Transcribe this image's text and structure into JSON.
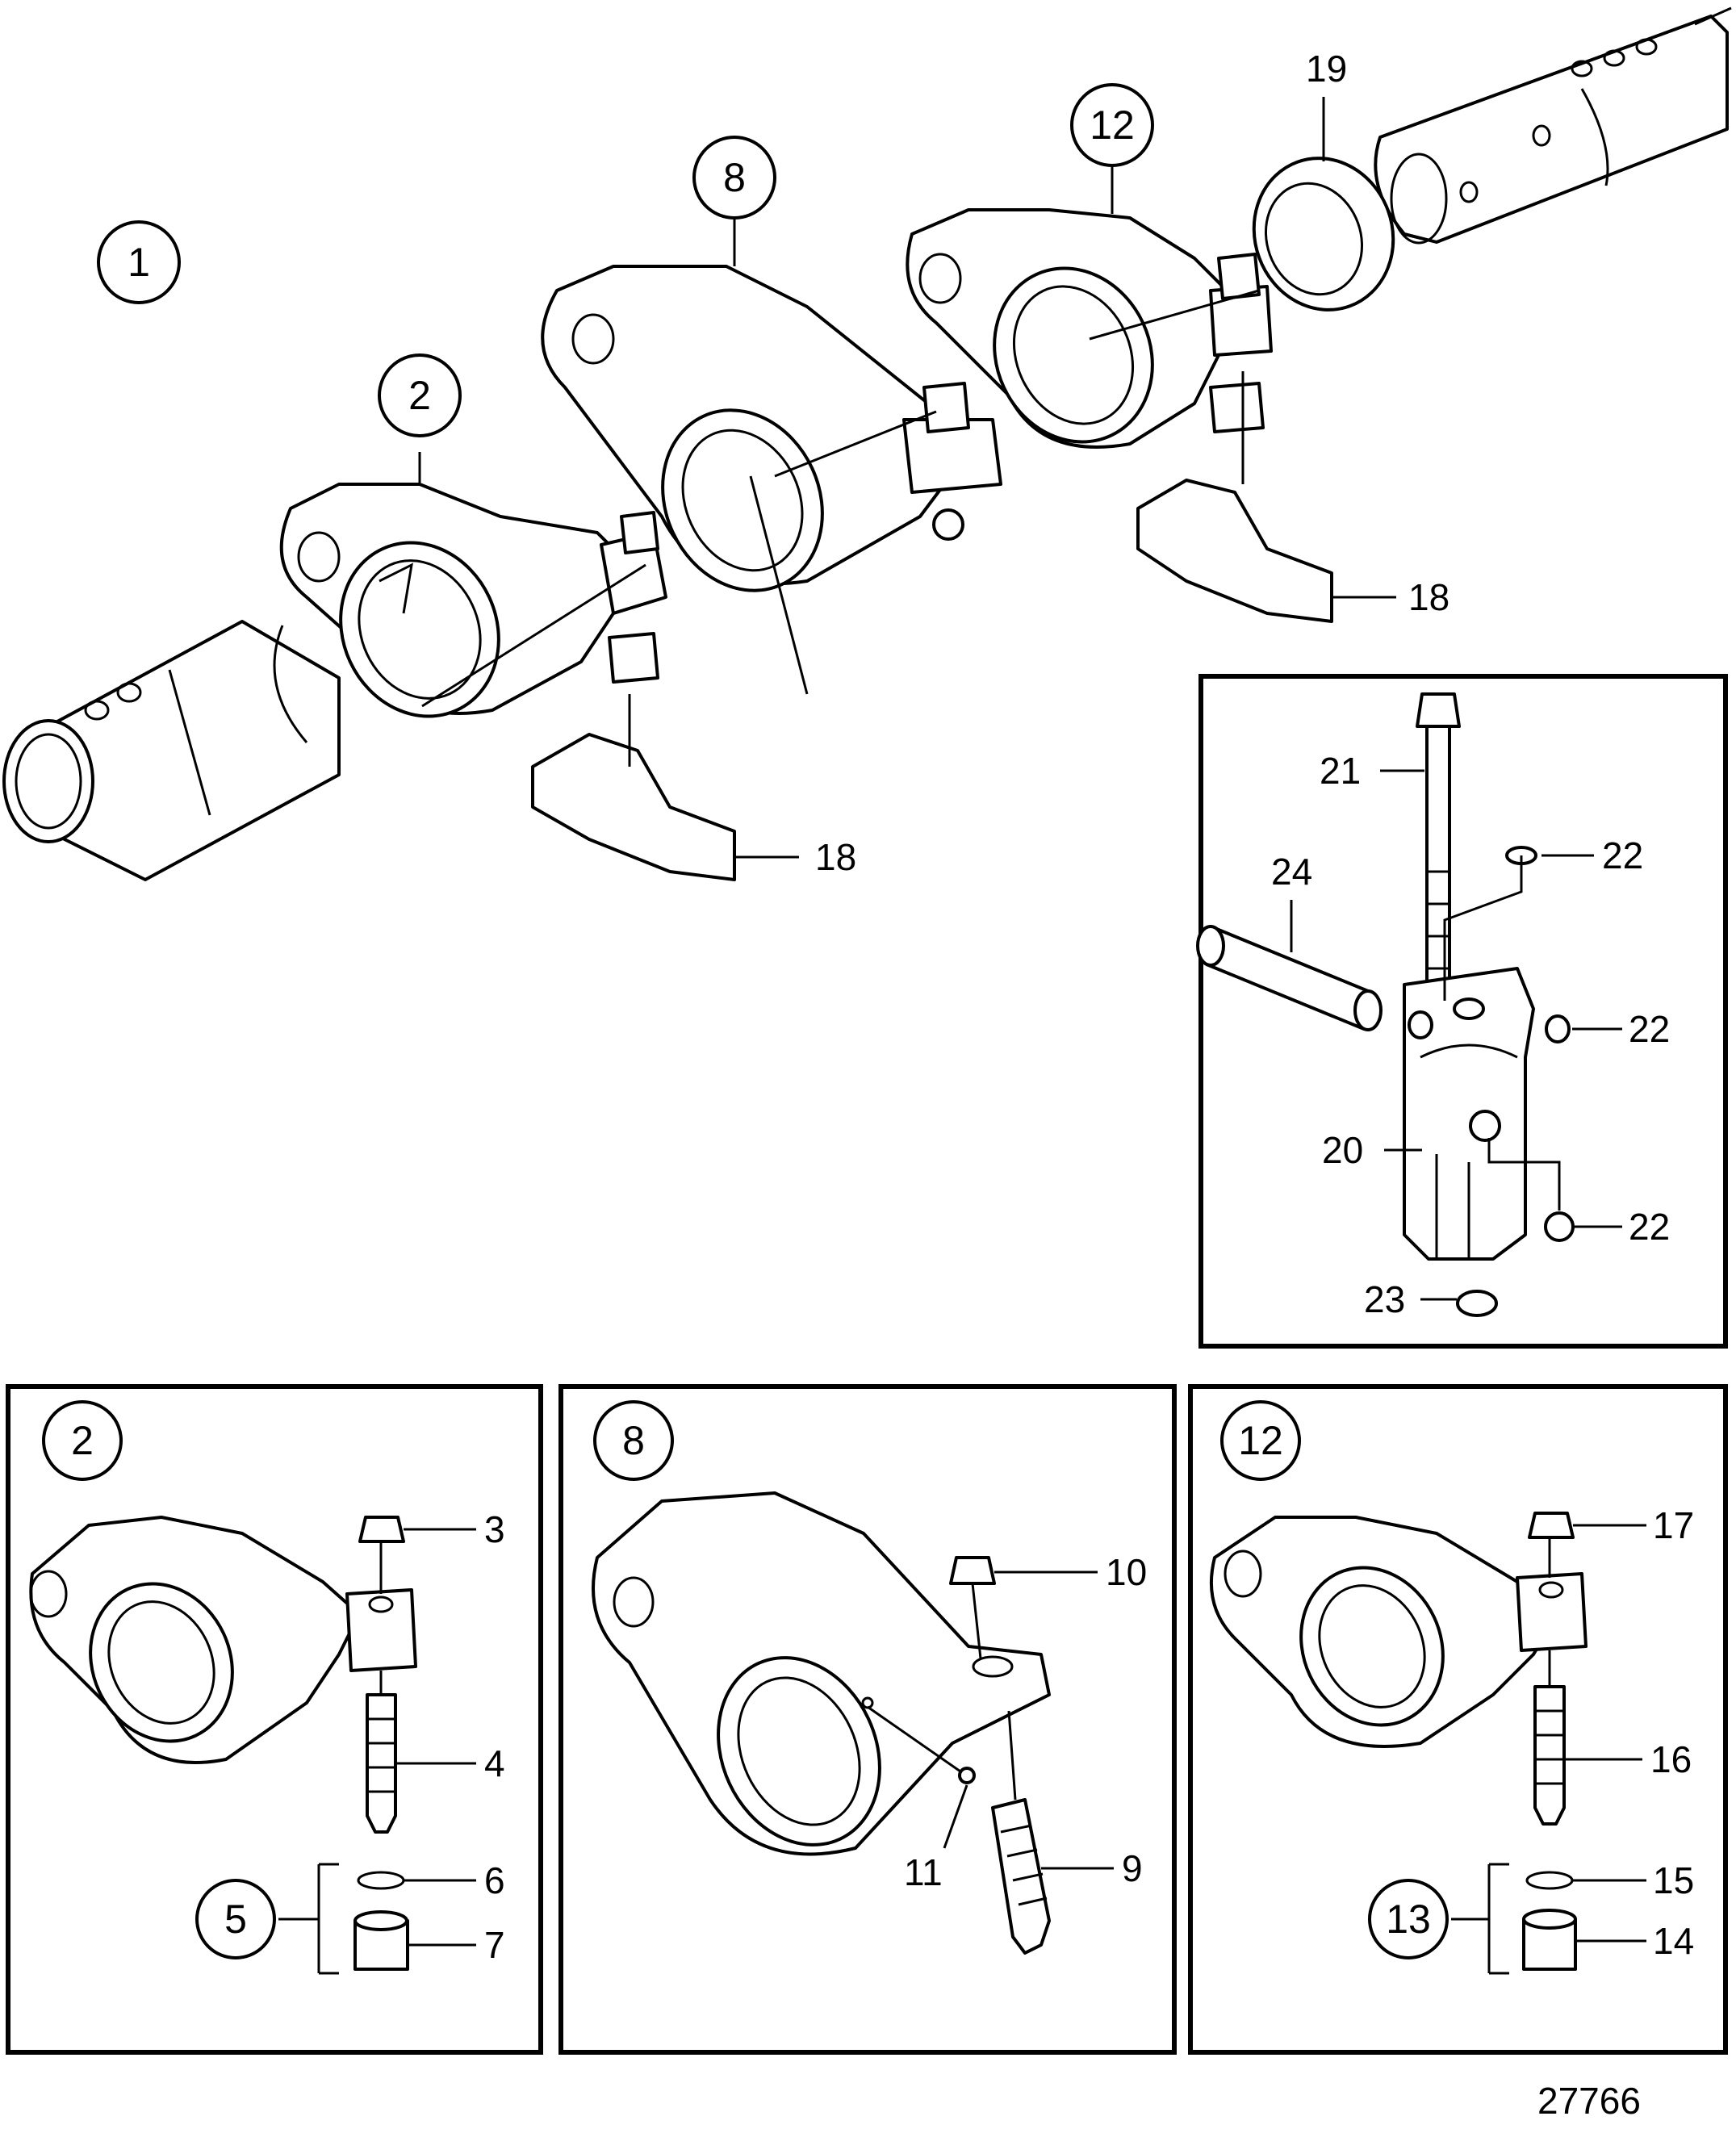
{
  "figure_number": "27766",
  "main_view": {
    "circled_labels": [
      "1",
      "2",
      "8",
      "12"
    ],
    "plain_labels": [
      "19",
      "18",
      "18"
    ]
  },
  "detail_20": {
    "labels": [
      "21",
      "22",
      "24",
      "22",
      "20",
      "22",
      "23"
    ]
  },
  "detail_2": {
    "circled_labels": [
      "2",
      "5"
    ],
    "plain_labels": [
      "3",
      "4",
      "6",
      "7"
    ]
  },
  "detail_8": {
    "circled_labels": [
      "8"
    ],
    "plain_labels": [
      "10",
      "11",
      "9"
    ]
  },
  "detail_12": {
    "circled_labels": [
      "12",
      "13"
    ],
    "plain_labels": [
      "17",
      "16",
      "15",
      "14"
    ]
  }
}
